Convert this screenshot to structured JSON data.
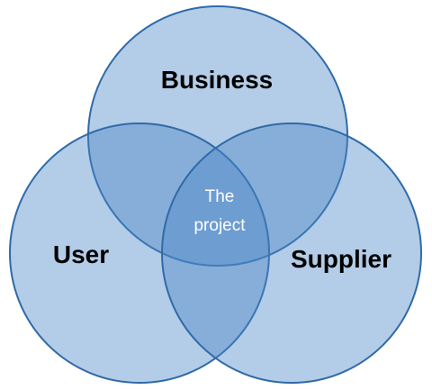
{
  "diagram": {
    "sets": [
      {
        "label": "Business"
      },
      {
        "label": "User"
      },
      {
        "label": "Supplier"
      }
    ],
    "intersection": {
      "label_line1": "The",
      "label_line2": "project"
    },
    "colors": {
      "fill": "#4a86c5",
      "stroke": "#2f6aa8",
      "set_text": "#000000",
      "intersection_text": "#ffffff"
    }
  }
}
